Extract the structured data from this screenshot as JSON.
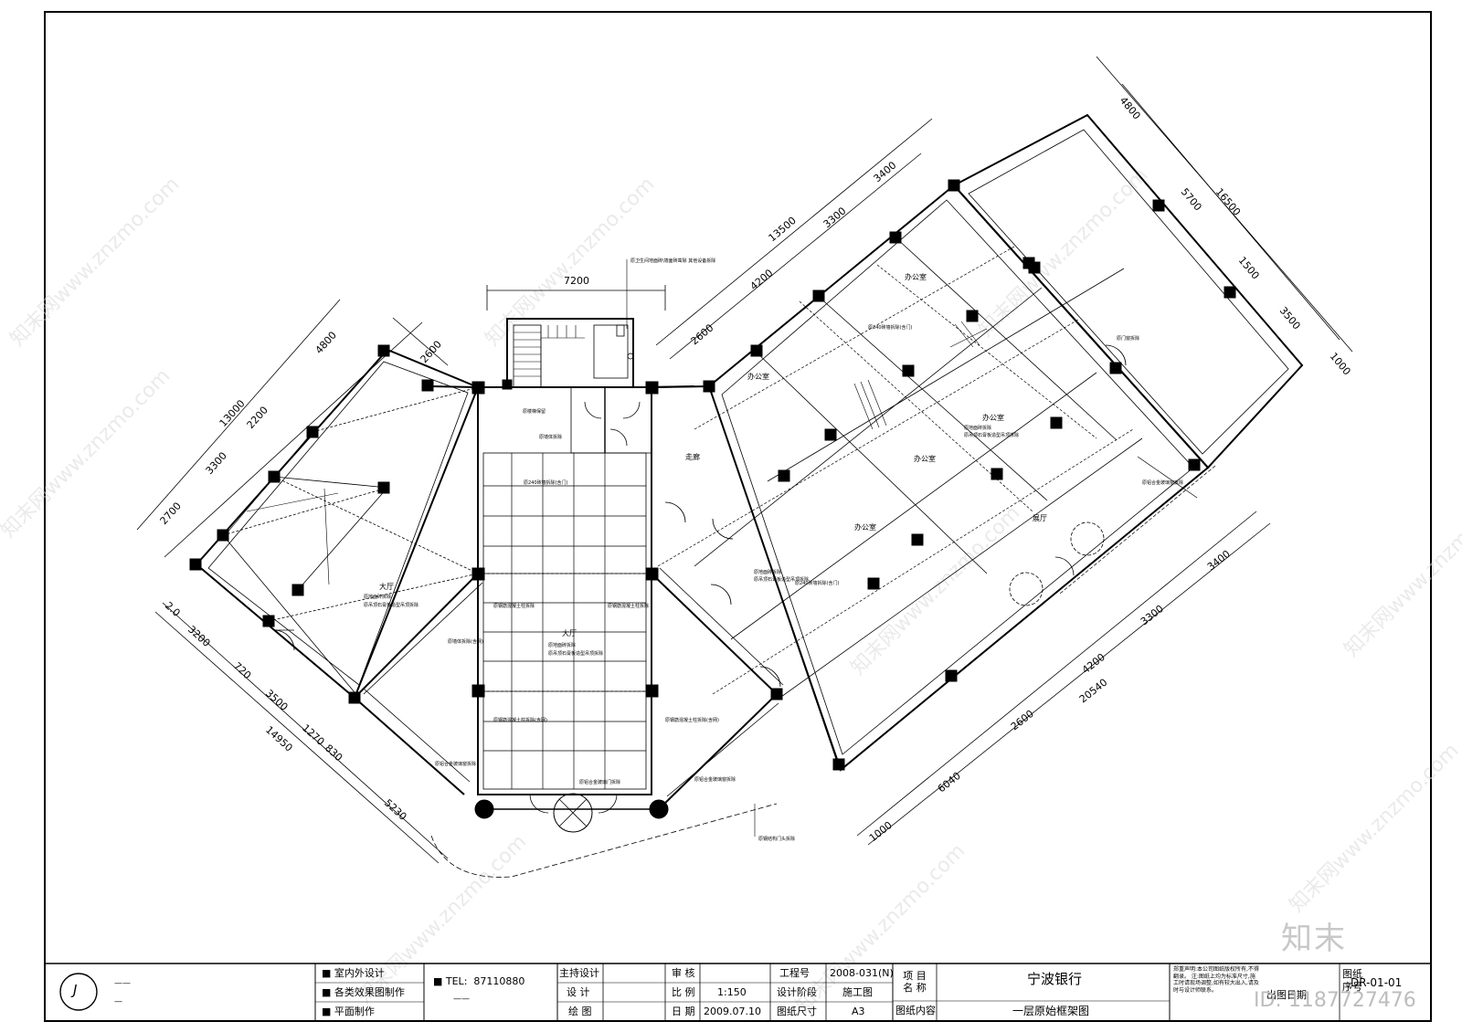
{
  "dimensions": {
    "left_top": [
      "2600",
      "4800",
      "2200",
      "3300",
      "2700"
    ],
    "left_total": "13000",
    "left_bottom": [
      "3200",
      "720",
      "3500",
      "1270",
      "830",
      "5230"
    ],
    "left_bottom_total": "14950",
    "left_bottom_small": "2.0",
    "stair_top": "7200",
    "right_top": [
      "2600",
      "4200",
      "3300",
      "3400"
    ],
    "right_top_total": "13500",
    "far_right": [
      "4800",
      "5700",
      "1500",
      "3500",
      "1000"
    ],
    "far_right_total": "16500",
    "right_bottom": [
      "1000",
      "6040",
      "2600",
      "4200",
      "3300",
      "3400"
    ],
    "right_bottom_total": "20540"
  },
  "rooms": {
    "lobby_left": "大厅",
    "lobby_center": "大厅",
    "corridor": "走廊",
    "office_1": "办公室",
    "office_2": "办公室",
    "office_3": "办公室",
    "office_4": "办公室",
    "office_5": "办公室",
    "hall_right": "展厅"
  },
  "notes": {
    "toilet": "原卫生间地面砖\\墙面砖凿除 其他设备拆除",
    "stair_demo": "原楼梯保留",
    "stair_wall": "原墙体拆除",
    "wall_240_center": "原240砖墙拆除(含门)",
    "lobby_left_a": "原地面砖拆除",
    "lobby_left_b": "原吊顶石膏板造型吊顶拆除",
    "lobby_center_a": "原地面砖拆除",
    "lobby_center_b": "原吊顶石膏板造型吊顶拆除",
    "col_a": "原钢筋混凝土柱拆除",
    "col_b": "原钢筋混凝土柱拆除(含网)",
    "wall_left": "原墙体拆除(含网)",
    "glass_left": "原铝合金玻璃窗拆除",
    "glass_center": "原铝合金玻璃门拆除",
    "glass_bottom": "原铝合金玻璃窗拆除",
    "wall_240_right": "原240砖墙拆除(含门)",
    "office_demo_a": "原地面砖拆除",
    "office_demo_b": "原吊顶石膏板造型吊顶拆除",
    "door_demo": "原钢结构门头拆除",
    "side_door": "原门窗拆除",
    "glass_hall": "原铝合金玻璃窗拆除"
  },
  "watermark": "知末网www.znzmo.com",
  "brand_logo": "知末",
  "id_label": "ID: 1187727476",
  "title_block": {
    "logo_mark": "J",
    "dash_1": "——",
    "dash_2": "—",
    "services": [
      "室内外设计",
      "各类效果图制作",
      "平面制作"
    ],
    "tel_label": "TEL:",
    "tel_value": "87110880",
    "tel_dash": "——",
    "row1": [
      "主持设计",
      "审 核",
      "工程号",
      "2008-031(N)"
    ],
    "row2": [
      "设 计",
      "比 例",
      "1:150",
      "设计阶段",
      "施工图"
    ],
    "row3": [
      "绘 图",
      "日 期",
      "2009.07.10",
      "图纸尺寸",
      "A3"
    ],
    "project_label": "项 目 名 称",
    "project_name": "宁波银行",
    "drawing_label": "图纸内容",
    "drawing_name": "一层原始框架图",
    "disclaimer": "郑重声明:本公司图纸版权所有,不得翻录。 注:图纸上均为标准尺寸,施工时请现场调整,如有较大出入,请及时与设计师联系。",
    "date_label": "出图日期",
    "sheet_label": "图纸 序号",
    "sheet_no": "DR-01-01"
  }
}
